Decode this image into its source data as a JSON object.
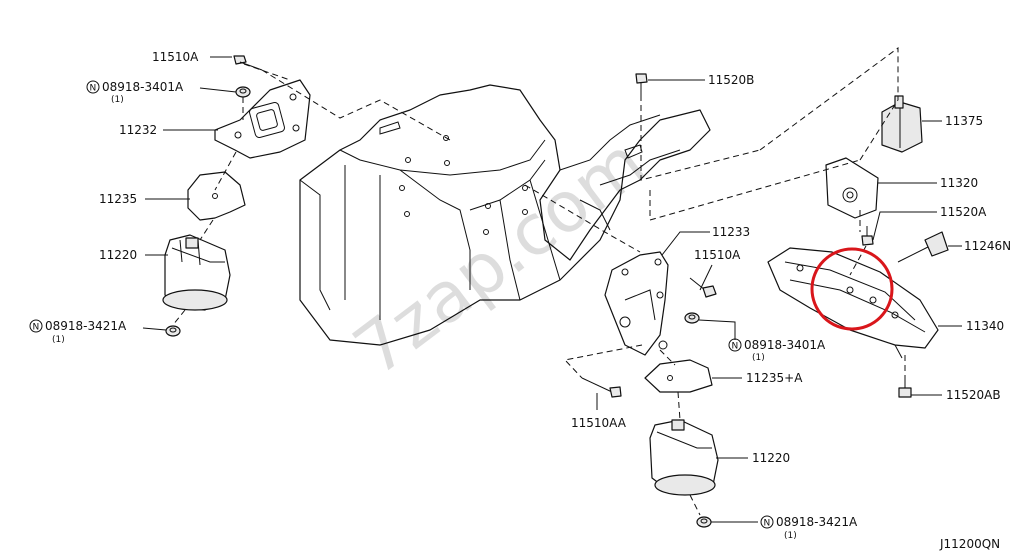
{
  "watermark": "7zap.com",
  "diagram_code": "J11200QN",
  "highlight_color": "#d9161b",
  "labels": {
    "l11510A_top": "11510A",
    "l08918_3401A_left": "08918-3401A",
    "l08918_3401A_left_qty": "(1)",
    "l11232": "11232",
    "l11235": "11235",
    "l11220_left": "11220",
    "l08918_3421A_left": "08918-3421A",
    "l08918_3421A_left_qty": "(1)",
    "l11520B": "11520B",
    "l11375": "11375",
    "l11320": "11320",
    "l11520A": "11520A",
    "l11246N": "11246N",
    "l11340": "11340",
    "l11520AB": "11520AB",
    "l11233": "11233",
    "l11510A_mid": "11510A",
    "l08918_3401A_right": "08918-3401A",
    "l08918_3401A_right_qty": "(1)",
    "l11235A": "11235+A",
    "l11510AA": "11510AA",
    "l11220_right": "11220",
    "l08918_3421A_right": "08918-3421A",
    "l08918_3421A_right_qty": "(1)"
  },
  "nut_symbol": "N"
}
